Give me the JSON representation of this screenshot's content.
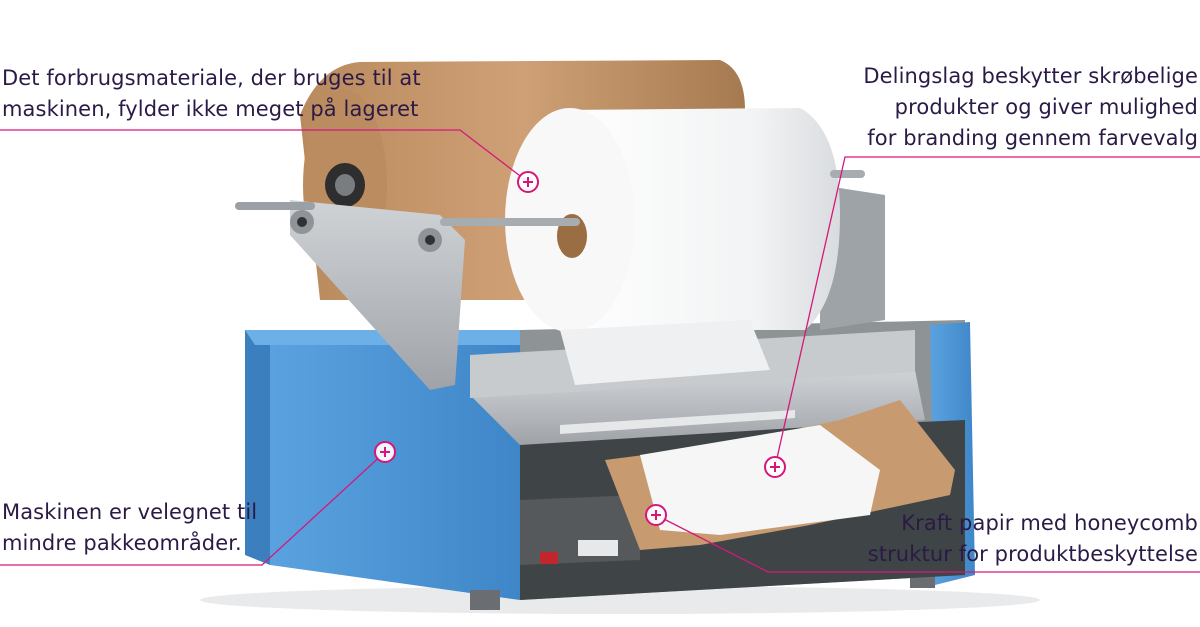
{
  "callouts": {
    "top_left": {
      "lines": [
        "Det forbrugsmateriale, der bruges til at",
        "maskinen, fylder ikke meget på lageret"
      ]
    },
    "top_right": {
      "lines": [
        "Delingslag beskytter skrøbelige",
        "produkter og giver mulighed",
        "for branding gennem farvevalg"
      ]
    },
    "bottom_left": {
      "lines": [
        "Maskinen er velegnet til",
        "mindre pakkeområder."
      ]
    },
    "bottom_right": {
      "lines": [
        "Kraft papir med honeycomb",
        "struktur for produktbeskyttelse"
      ]
    }
  },
  "colors": {
    "accent": "#d6177a",
    "text": "#2a1a45",
    "machine_blue": "#4f95d3",
    "kraft": "#c49468",
    "white_roll": "#f4f5f5",
    "steel": "#b9bcbf"
  },
  "icons": [
    "plus-icon"
  ]
}
